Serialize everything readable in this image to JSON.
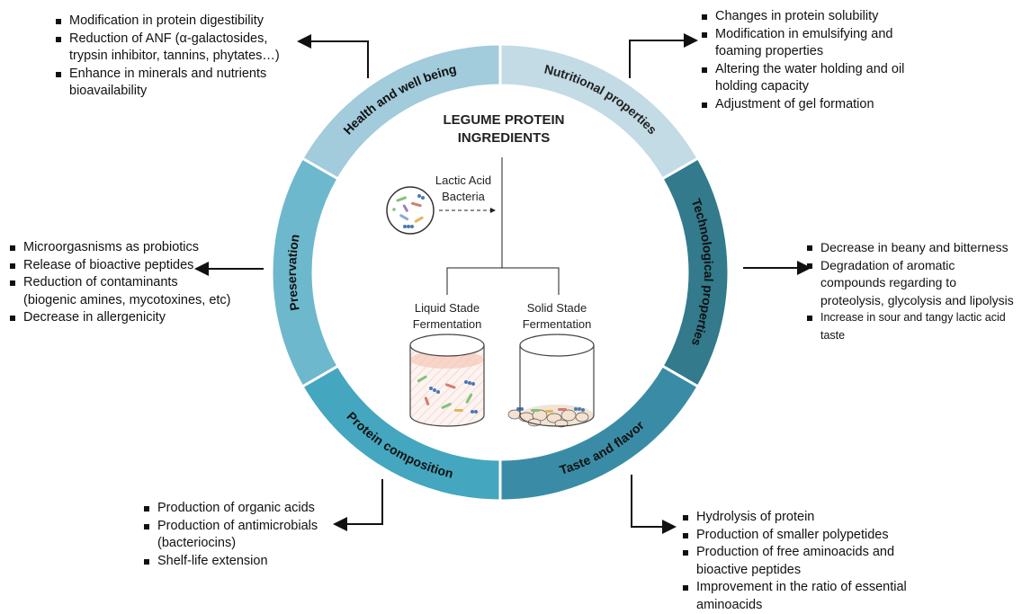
{
  "center": {
    "title_line1": "LEGUME PROTEIN",
    "title_line2": "INGREDIENTS",
    "bacteria_line1": "Lactic Acid",
    "bacteria_line2": "Bacteria",
    "liquid_line1": "Liquid Stade",
    "liquid_line2": "Fermentation",
    "solid_line1": "Solid Stade",
    "solid_line2": "Fermentation"
  },
  "segments": [
    {
      "key": "nutritional",
      "label": "Nutritional properties",
      "color": "#c2dbe5",
      "text_color": "#222222"
    },
    {
      "key": "technological",
      "label": "Technological properties",
      "color": "#327a8c",
      "text_color": "#111111"
    },
    {
      "key": "taste",
      "label": "Taste and flavor",
      "color": "#3a8ca6",
      "text_color": "#111111"
    },
    {
      "key": "protein",
      "label": "Protein composition",
      "color": "#44a6bf",
      "text_color": "#111111"
    },
    {
      "key": "preservation",
      "label": "Preservation",
      "color": "#6db8cc",
      "text_color": "#111111"
    },
    {
      "key": "health",
      "label": "Health and well being",
      "color": "#a2cbdb",
      "text_color": "#111111"
    }
  ],
  "lists": {
    "nutritional": [
      "Modification in protein digestibility",
      "Reduction of ANF (α-galactosides,",
      "trypsin inhibitor, tannins, phytates…)",
      "Enhance in minerals and nutrients",
      "bioavailability"
    ],
    "technological": [
      "Changes in protein solubility",
      "Modification in emulsifying and",
      "foaming properties",
      "Altering the water holding and oil",
      "holding capacity",
      "Adjustment of gel formation"
    ],
    "taste": [
      "Decrease in beany and bitterness",
      "Degradation of aromatic",
      "compounds regarding to",
      "proteolysis, glycolysis and lipolysis",
      "Increase in sour and tangy lactic acid",
      "taste"
    ],
    "health": [
      "Microorgasnisms as probiotics",
      "Release of bioactive peptides",
      "Reduction of contaminants",
      "(biogenic amines, mycotoxines, etc)",
      "Decrease in allergenicity"
    ],
    "preservation": [
      "Production of organic acids",
      "Production of antimicrobials",
      "(bacteriocins)",
      "Shelf-life extension"
    ],
    "protein": [
      "Hydrolysis of protein",
      "Production of smaller polypetides",
      "Production of free aminoacids and",
      "bioactive peptides",
      "Improvement in the ratio of essential",
      "aminoacids"
    ]
  }
}
